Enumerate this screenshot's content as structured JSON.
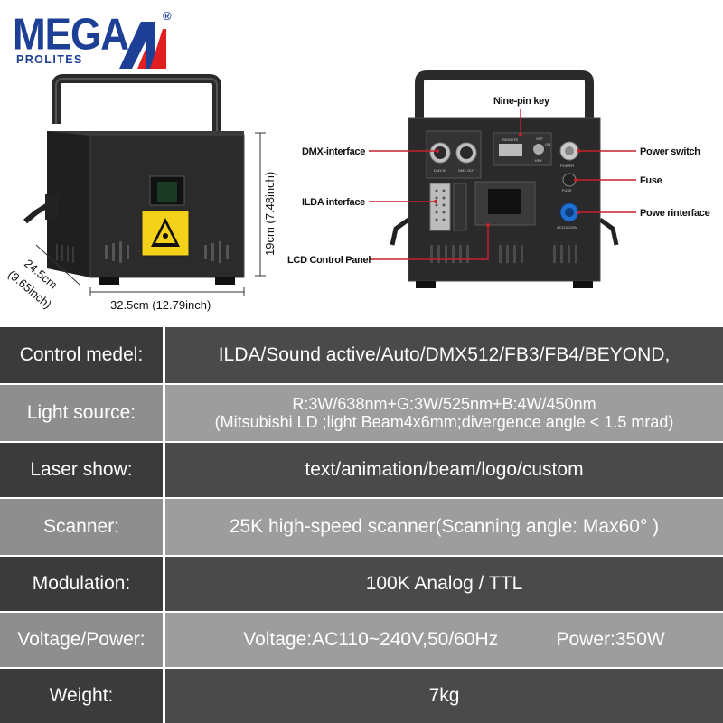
{
  "brand": {
    "name": "MEGA",
    "sub": "PROLITES",
    "registered": "®"
  },
  "dimensions": {
    "height": "19cm (7.48inch)",
    "width": "32.5cm (12.79inch)",
    "depth_cm": "24.5cm",
    "depth_in": "(9.65inch)"
  },
  "callouts": {
    "nine_pin_key": "Nine-pin key",
    "dmx_interface": "DMX-interface",
    "ilda_interface": "ILDA interface",
    "lcd_panel": "LCD Control Panel",
    "power_switch": "Power switch",
    "fuse": "Fuse",
    "power_interface": "Powe rinterface"
  },
  "panel_text": {
    "dmx_in": "DMX IN",
    "dmx_out": "DMX OUT",
    "remote": "REMOTE",
    "off": "OFF",
    "on": "ON",
    "key": "KEY",
    "power": "POWER",
    "fuse": "FUSE",
    "ac": "AC110-220V"
  },
  "specs": [
    {
      "label": "Control medel:",
      "lines": [
        "ILDA/Sound active/Auto/DMX512/FB3/FB4/BEYOND,"
      ]
    },
    {
      "label": "Light source:",
      "lines": [
        "R:3W/638nm+G:3W/525nm+B:4W/450nm",
        "(Mitsubishi LD ;light Beam4x6mm;divergence angle < 1.5 mrad)"
      ]
    },
    {
      "label": "Laser show:",
      "lines": [
        "text/animation/beam/logo/custom"
      ]
    },
    {
      "label": "Scanner:",
      "lines": [
        "25K high-speed scanner(Scanning angle: Max60° )"
      ]
    },
    {
      "label": "Modulation:",
      "lines": [
        "100K Analog / TTL"
      ]
    },
    {
      "label": "Voltage/Power:",
      "voltage": "Voltage:AC110~240V,50/60Hz",
      "power": "Power:350W"
    },
    {
      "label": "Weight:",
      "lines": [
        "7kg"
      ]
    }
  ],
  "colors": {
    "brand_blue": "#1d3f95",
    "brand_red": "#e02020",
    "row_dark_label": "#3b3b3b",
    "row_dark_value": "#4a4a4a",
    "row_light_label": "#8e8e8e",
    "row_light_value": "#9d9d9d",
    "callout_red": "#c8202a"
  }
}
